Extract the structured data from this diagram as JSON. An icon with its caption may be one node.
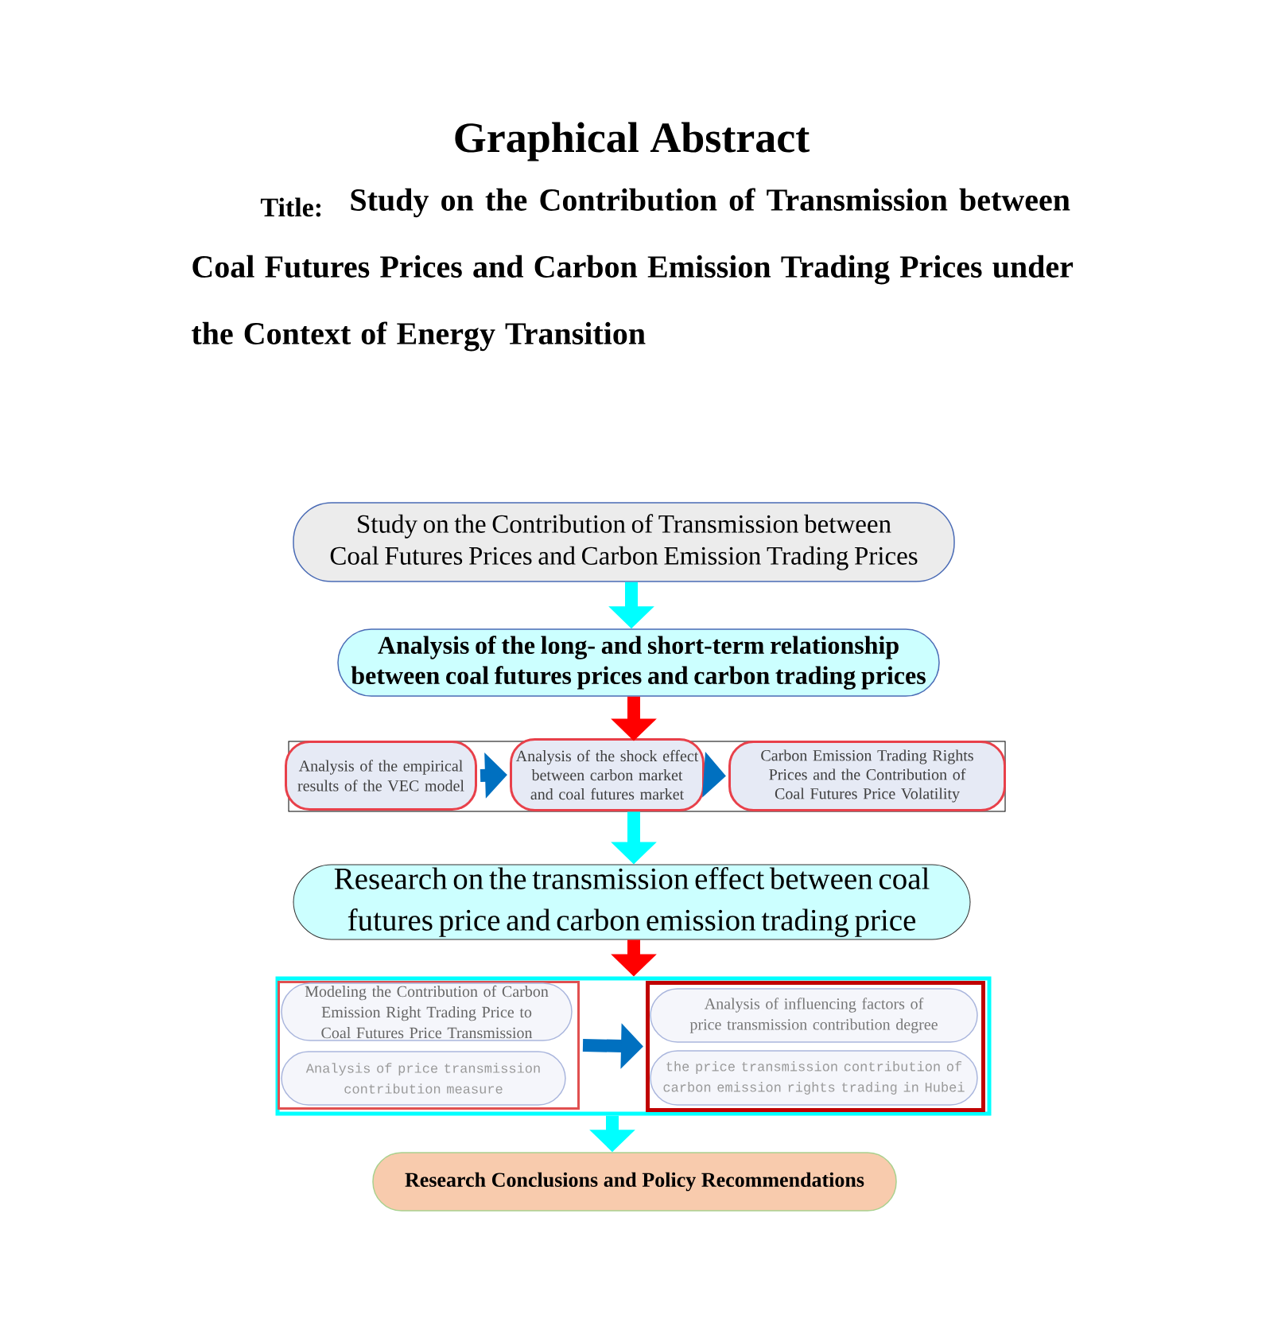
{
  "diagram": {
    "title": "Graphical Abstract",
    "nodes": [
      {
        "text": [
          "Study on the Contribution of Transmission between Coal Futures Prices and Carbon Emission Trading Prices"
        ]
      },
      {
        "text": [
          "Analysis of the long- and short-term relationship between coal futures prices and carbon trading prices"
        ]
      },
      {
        "text": [],
        "shape": "box"
      },
      {
        "text": [
          "Analysis of the empirical results of the VEC model"
        ],
        "in": 2
      },
      {
        "text": [
          "Analysis of the shock effect between carbon market and coal futures market"
        ],
        "in": 2
      },
      {
        "text": [
          "Carbon Emission Trading Rights Prices and the Contribution of Coal Futures Price Volatility"
        ],
        "in": 2
      },
      {
        "text": [
          "Research on the transmission effect between coal futures price and carbon emission trading price"
        ]
      },
      {
        "text": [],
        "shape": "box"
      },
      {
        "text": [],
        "shape": "box",
        "in": 7
      },
      {
        "text": [
          "Modeling the Contribution of Carbon Emission Right Trading Price to Coal Futures Price Transmission"
        ],
        "in": 8
      },
      {
        "text": [
          "Analysis of price transmission contribution measure"
        ],
        "in": 8
      },
      {
        "text": [],
        "shape": "box",
        "in": 7
      },
      {
        "text": [
          "Analysis of influencing factors of price transmission contribution degree"
        ],
        "in": 11
      },
      {
        "text": [
          "the price transmission contribution of carbon emission rights trading in Hubei"
        ],
        "in": 11
      },
      {
        "text": [
          "Research Conclusions and Policy Recommendations"
        ]
      }
    ],
    "edges": [
      {
        "from": 0,
        "to": 1,
        "arrow": "to",
        "color": "#00ffff"
      },
      {
        "from": 1,
        "to": 2,
        "arrow": "to",
        "color": "#ff0000"
      },
      {
        "from": 3,
        "to": 4,
        "arrow": "to",
        "color": "#0070c0"
      },
      {
        "from": 4,
        "to": 5,
        "arrow": "to",
        "color": "#0070c0"
      },
      {
        "from": 2,
        "to": 6,
        "arrow": "to",
        "color": "#00ffff"
      },
      {
        "from": 6,
        "to": 7,
        "arrow": "to",
        "color": "#ff0000"
      },
      {
        "from": 8,
        "to": 11,
        "arrow": "to",
        "color": "#0070c0"
      },
      {
        "from": 7,
        "to": 14,
        "arrow": "to",
        "color": "#00ffff"
      }
    ],
    "labels": [
      "Title:",
      "Study on the Contribution of Transmission between Coal Futures Prices and Carbon Emission Trading Prices under the Context of Energy Transition"
    ]
  }
}
